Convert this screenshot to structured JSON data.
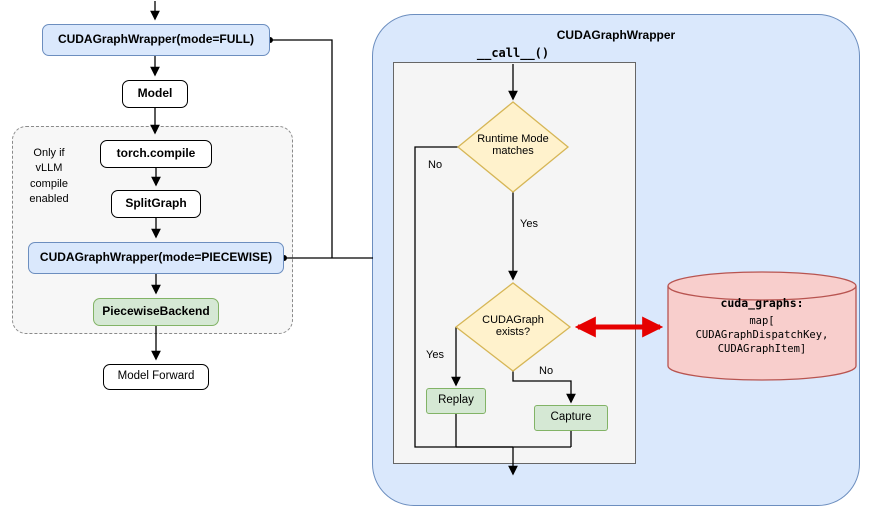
{
  "left_flow": {
    "nodes": {
      "full_wrapper": "CUDAGraphWrapper(mode=FULL)",
      "model": "Model",
      "torch_compile": "torch.compile",
      "split_graph": "SplitGraph",
      "piecewise_wrapper": "CUDAGraphWrapper(mode=PIECEWISE)",
      "piecewise_backend": "PiecewiseBackend",
      "model_forward": "Model Forward"
    },
    "condition_note": "Only if\nvLLM\ncompile\nenabled"
  },
  "panel": {
    "title": "CUDAGraphWrapper",
    "call_label": "__call__()",
    "decision1": "Runtime Mode\nmatches",
    "decision2": "CUDAGraph\nexists?",
    "labels": {
      "no1": "No",
      "yes1": "Yes",
      "yes2": "Yes",
      "no2": "No"
    },
    "replay": "Replay",
    "capture": "Capture"
  },
  "datastore": {
    "title": "cuda_graphs:",
    "body": "map[\nCUDAGraphDispatchKey,\nCUDAGraphItem]"
  },
  "colors": {
    "node_blue_fill": "#dae8fc",
    "node_blue_border": "#6c8ebf",
    "node_green_fill": "#d5e8d4",
    "node_green_border": "#82b366",
    "diamond_fill": "#fff2cc",
    "diamond_border": "#d6b656",
    "datastore_fill": "#f8cecc",
    "datastore_border": "#b85450",
    "red_arrow": "#e60000",
    "panel_fill": "#dae8fc",
    "inner_box_fill": "#f5f5f5"
  }
}
